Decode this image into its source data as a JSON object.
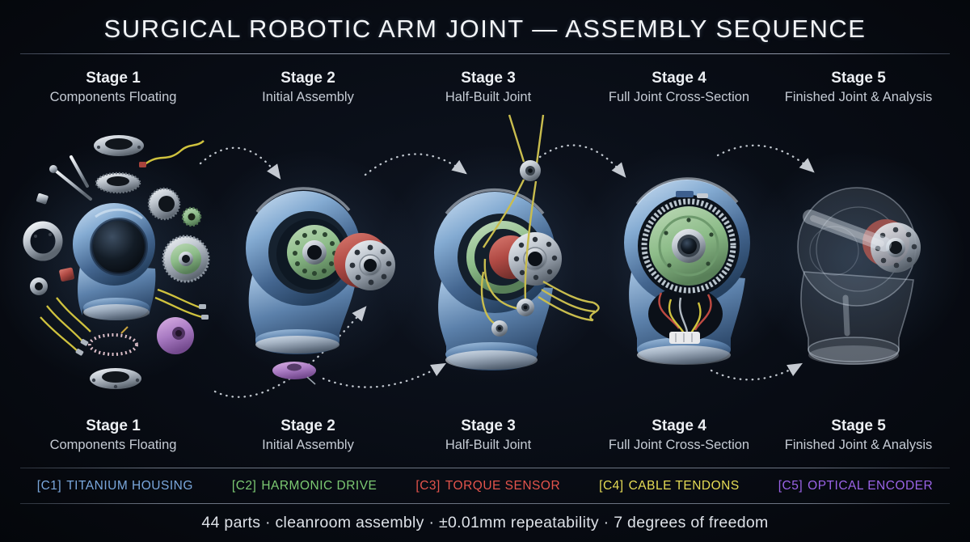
{
  "title": "SURGICAL ROBOTIC ARM JOINT — ASSEMBLY SEQUENCE",
  "stages": [
    {
      "label": "Stage 1",
      "sublabel": "Components Floating"
    },
    {
      "label": "Stage 2",
      "sublabel": "Initial Assembly"
    },
    {
      "label": "Stage 3",
      "sublabel": "Half-Built Joint"
    },
    {
      "label": "Stage 4",
      "sublabel": "Full Joint Cross-Section"
    },
    {
      "label": "Stage 5",
      "sublabel": "Finished Joint & Analysis"
    }
  ],
  "legend": [
    {
      "code": "[C1]",
      "label": "TITANIUM HOUSING",
      "color": "#7aa7dc"
    },
    {
      "code": "[C2]",
      "label": "HARMONIC DRIVE",
      "color": "#7cc972"
    },
    {
      "code": "[C3]",
      "label": "TORQUE SENSOR",
      "color": "#e4544c"
    },
    {
      "code": "[C4]",
      "label": "CABLE TENDONS",
      "color": "#e6dc55"
    },
    {
      "code": "[C5]",
      "label": "OPTICAL ENCODER",
      "color": "#9a63e6"
    }
  ],
  "footer": "44 parts · cleanroom assembly · ±0.01mm repeatability · 7 degrees of freedom",
  "colors": {
    "background": "#080c14",
    "arrow": "#e3e9f0",
    "titanium_housing": "#7aa7dc",
    "harmonic_drive": "#7cc972",
    "torque_sensor": "#e4544c",
    "cable_tendons": "#e6dc55",
    "optical_encoder": "#9a63e6"
  }
}
